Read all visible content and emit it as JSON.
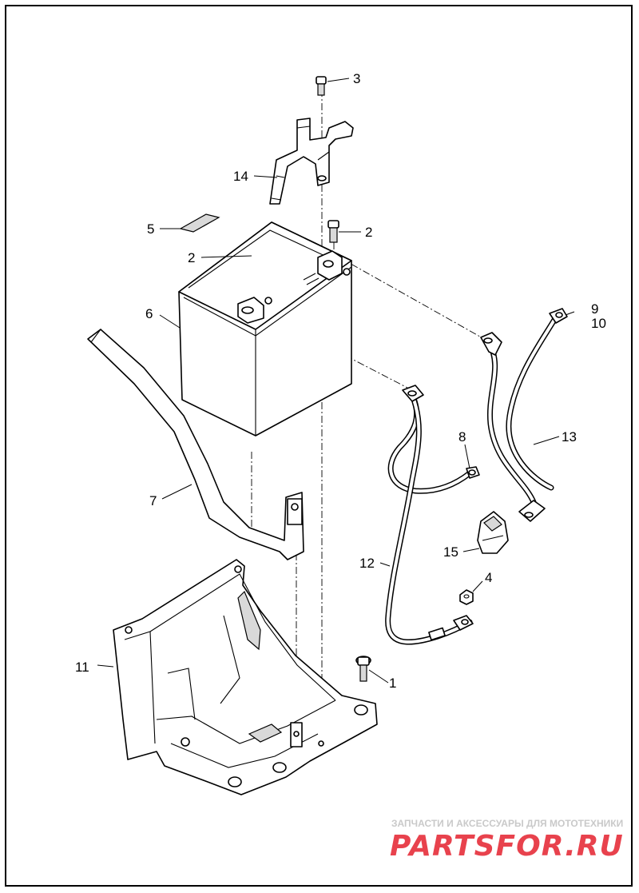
{
  "callouts": [
    {
      "id": "c1",
      "text": "1"
    },
    {
      "id": "c2a",
      "text": "2"
    },
    {
      "id": "c2b",
      "text": "2"
    },
    {
      "id": "c3",
      "text": "3"
    },
    {
      "id": "c4",
      "text": "4"
    },
    {
      "id": "c5",
      "text": "5"
    },
    {
      "id": "c6",
      "text": "6"
    },
    {
      "id": "c7",
      "text": "7"
    },
    {
      "id": "c8",
      "text": "8"
    },
    {
      "id": "c9",
      "text": "9"
    },
    {
      "id": "c10",
      "text": "10"
    },
    {
      "id": "c11",
      "text": "11"
    },
    {
      "id": "c12",
      "text": "12"
    },
    {
      "id": "c13",
      "text": "13"
    },
    {
      "id": "c14",
      "text": "14"
    },
    {
      "id": "c15",
      "text": "15"
    }
  ],
  "watermark": {
    "tagline": "ЗАПЧАСТИ И АКСЕССУАРЫ ДЛЯ МОТОТЕХНИКИ",
    "logo": "PARTSFOR.RU",
    "tagline_color": "#c9c9c9",
    "logo_color": "#e8424d"
  }
}
